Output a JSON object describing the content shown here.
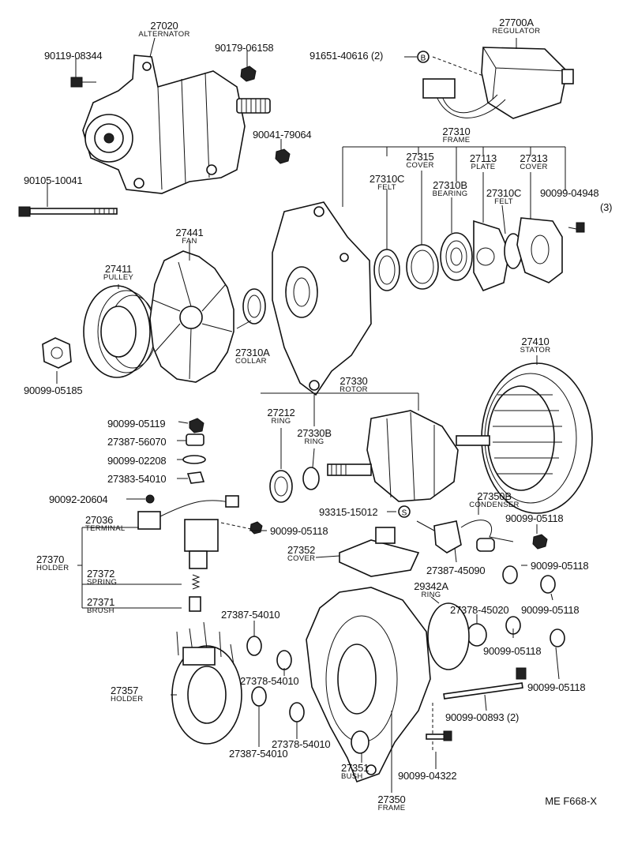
{
  "parts": [
    {
      "id": "p27020",
      "number": "27020",
      "name": "ALTERNATOR"
    },
    {
      "id": "p90119",
      "number": "90119-08344",
      "name": ""
    },
    {
      "id": "p90179",
      "number": "90179-06158",
      "name": ""
    },
    {
      "id": "p90041",
      "number": "90041-79064",
      "name": ""
    },
    {
      "id": "p90105",
      "number": "90105-10041",
      "name": ""
    },
    {
      "id": "p91651",
      "number": "91651-40616 (2)",
      "name": ""
    },
    {
      "id": "p27700A",
      "number": "27700A",
      "name": "REGULATOR"
    },
    {
      "id": "p27310",
      "number": "27310",
      "name": "FRAME"
    },
    {
      "id": "p27315",
      "number": "27315",
      "name": "COVER"
    },
    {
      "id": "p27113",
      "number": "27113",
      "name": "PLATE"
    },
    {
      "id": "p27313",
      "number": "27313",
      "name": "COVER"
    },
    {
      "id": "p27310C_a",
      "number": "27310C",
      "name": "FELT"
    },
    {
      "id": "p27310B",
      "number": "27310B",
      "name": "BEARING"
    },
    {
      "id": "p27310C_b",
      "number": "27310C",
      "name": "FELT"
    },
    {
      "id": "p90099_04948",
      "number": "90099-04948",
      "name": ""
    },
    {
      "id": "p27441",
      "number": "27441",
      "name": "FAN"
    },
    {
      "id": "p27411",
      "number": "27411",
      "name": "PULLEY"
    },
    {
      "id": "p27310A",
      "number": "27310A",
      "name": "COLLAR"
    },
    {
      "id": "p90099_05185",
      "number": "90099-05185",
      "name": ""
    },
    {
      "id": "p27410",
      "number": "27410",
      "name": "STATOR"
    },
    {
      "id": "p27330",
      "number": "27330",
      "name": "ROTOR"
    },
    {
      "id": "p27212",
      "number": "27212",
      "name": "RING"
    },
    {
      "id": "p27330B",
      "number": "27330B",
      "name": "RING"
    },
    {
      "id": "p90099_05119",
      "number": "90099-05119",
      "name": ""
    },
    {
      "id": "p27387_56070",
      "number": "27387-56070",
      "name": ""
    },
    {
      "id": "p90099_02208",
      "number": "90099-02208",
      "name": ""
    },
    {
      "id": "p27383_54010",
      "number": "27383-54010",
      "name": ""
    },
    {
      "id": "p90092_20604",
      "number": "90092-20604",
      "name": ""
    },
    {
      "id": "p27036",
      "number": "27036",
      "name": "TERMINAL"
    },
    {
      "id": "p90099_05118_a",
      "number": "90099-05118",
      "name": ""
    },
    {
      "id": "p27370",
      "number": "27370",
      "name": "HOLDER"
    },
    {
      "id": "p27372",
      "number": "27372",
      "name": "SPRING"
    },
    {
      "id": "p27371",
      "number": "27371",
      "name": "BRUSH"
    },
    {
      "id": "p93315",
      "number": "93315-15012",
      "name": ""
    },
    {
      "id": "p27350B",
      "number": "27350B",
      "name": "CONDENSER"
    },
    {
      "id": "p90099_05118_b",
      "number": "90099-05118",
      "name": ""
    },
    {
      "id": "p27352",
      "number": "27352",
      "name": "COVER"
    },
    {
      "id": "p27387_45090",
      "number": "27387-45090",
      "name": ""
    },
    {
      "id": "p90099_05118_c",
      "number": "90099-05118",
      "name": ""
    },
    {
      "id": "p29342A",
      "number": "29342A",
      "name": "RING"
    },
    {
      "id": "p90099_05118_d",
      "number": "90099-05118",
      "name": ""
    },
    {
      "id": "p27387_54010_a",
      "number": "27387-54010",
      "name": ""
    },
    {
      "id": "p27378_45020",
      "number": "27378-45020",
      "name": ""
    },
    {
      "id": "p90099_05118_e",
      "number": "90099-05118",
      "name": ""
    },
    {
      "id": "p90099_05118_f",
      "number": "90099-05118",
      "name": ""
    },
    {
      "id": "p27357",
      "number": "27357",
      "name": "HOLDER"
    },
    {
      "id": "p27378_54010_a",
      "number": "27378-54010",
      "name": ""
    },
    {
      "id": "p90099_00893",
      "number": "90099-00893 (2)",
      "name": ""
    },
    {
      "id": "p27378_54010_b",
      "number": "27378-54010",
      "name": ""
    },
    {
      "id": "p27387_54010_b",
      "number": "27387-54010",
      "name": ""
    },
    {
      "id": "p27351",
      "number": "27351",
      "name": "BUSH"
    },
    {
      "id": "p90099_04322",
      "number": "90099-04322",
      "name": ""
    },
    {
      "id": "p27350",
      "number": "27350",
      "name": "FRAME"
    },
    {
      "id": "p_3",
      "number": "(3)",
      "name": ""
    }
  ],
  "callouts": {
    "b": "B",
    "s": "S"
  },
  "diagram_code": "ME F668-X"
}
